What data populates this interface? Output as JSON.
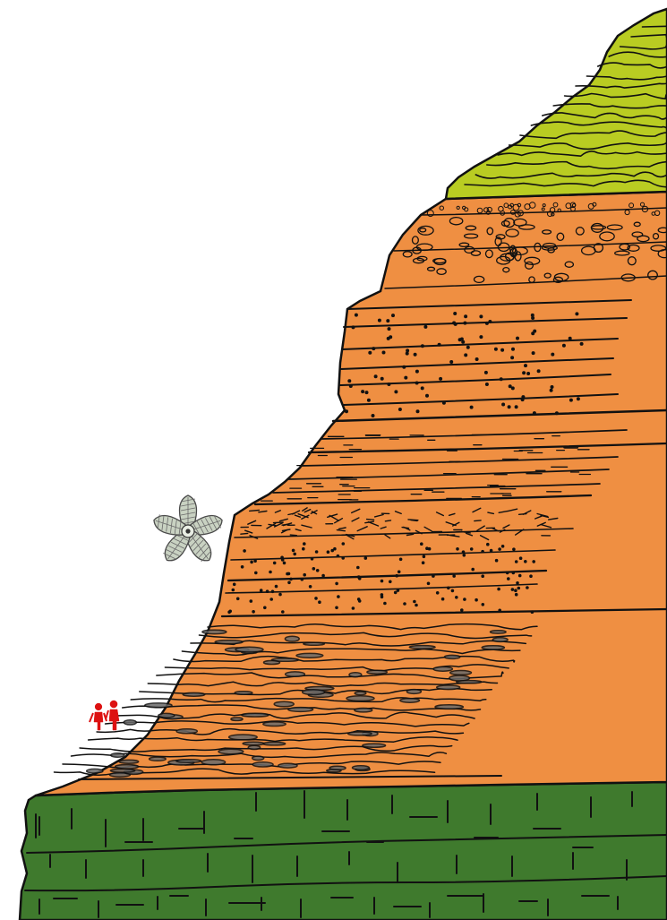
{
  "figure": {
    "kind": "geological cliff cross-section",
    "colors": {
      "background": "#ffffff",
      "upper_unit": "#b9cc22",
      "middle_unit": "#ef8f42",
      "lower_unit": "#3f7a2d",
      "human_figures": "#dd1111",
      "fossil": "#c9d2c2",
      "outline": "#111111",
      "shale_grey": "#6b6b6b"
    },
    "layers": [
      {
        "id": "upper-green-beds",
        "color": "upper_unit"
      },
      {
        "id": "conglomerate-bed",
        "color": "middle_unit"
      },
      {
        "id": "massive-sandstone",
        "color": "middle_unit"
      },
      {
        "id": "laminated-beds",
        "color": "middle_unit"
      },
      {
        "id": "dashed-beds",
        "color": "middle_unit"
      },
      {
        "id": "shaly-base",
        "color": "middle_unit"
      },
      {
        "id": "limestone-base",
        "color": "lower_unit"
      }
    ],
    "icons": [
      "crinoid-fossil-icon",
      "human-scale-icon"
    ]
  }
}
